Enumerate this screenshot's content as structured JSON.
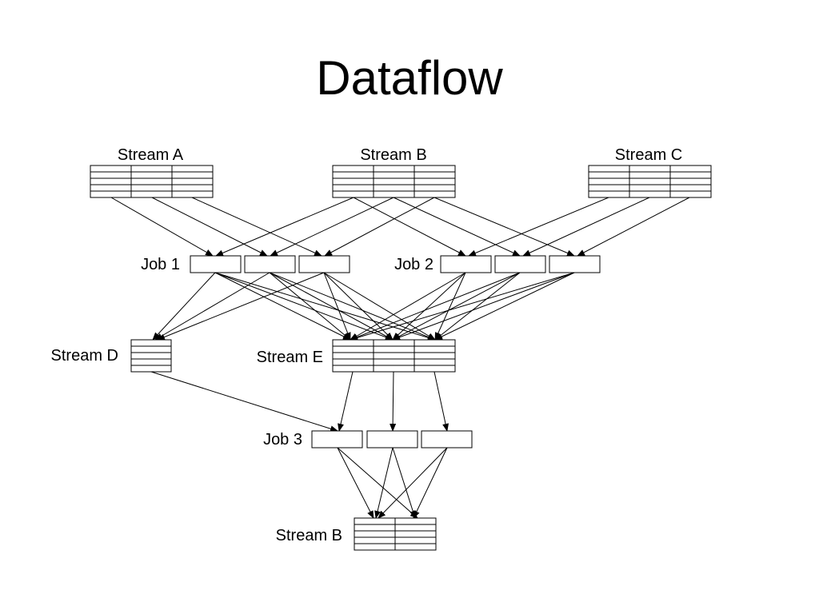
{
  "title": "Dataflow",
  "labels": {
    "stream_a": "Stream A",
    "stream_b_top": "Stream B",
    "stream_c": "Stream C",
    "job_1": "Job 1",
    "job_2": "Job 2",
    "stream_d": "Stream D",
    "stream_e": "Stream E",
    "job_3": "Job 3",
    "stream_b_bottom": "Stream B"
  },
  "colors": {
    "stroke": "#000000",
    "background": "#ffffff"
  }
}
